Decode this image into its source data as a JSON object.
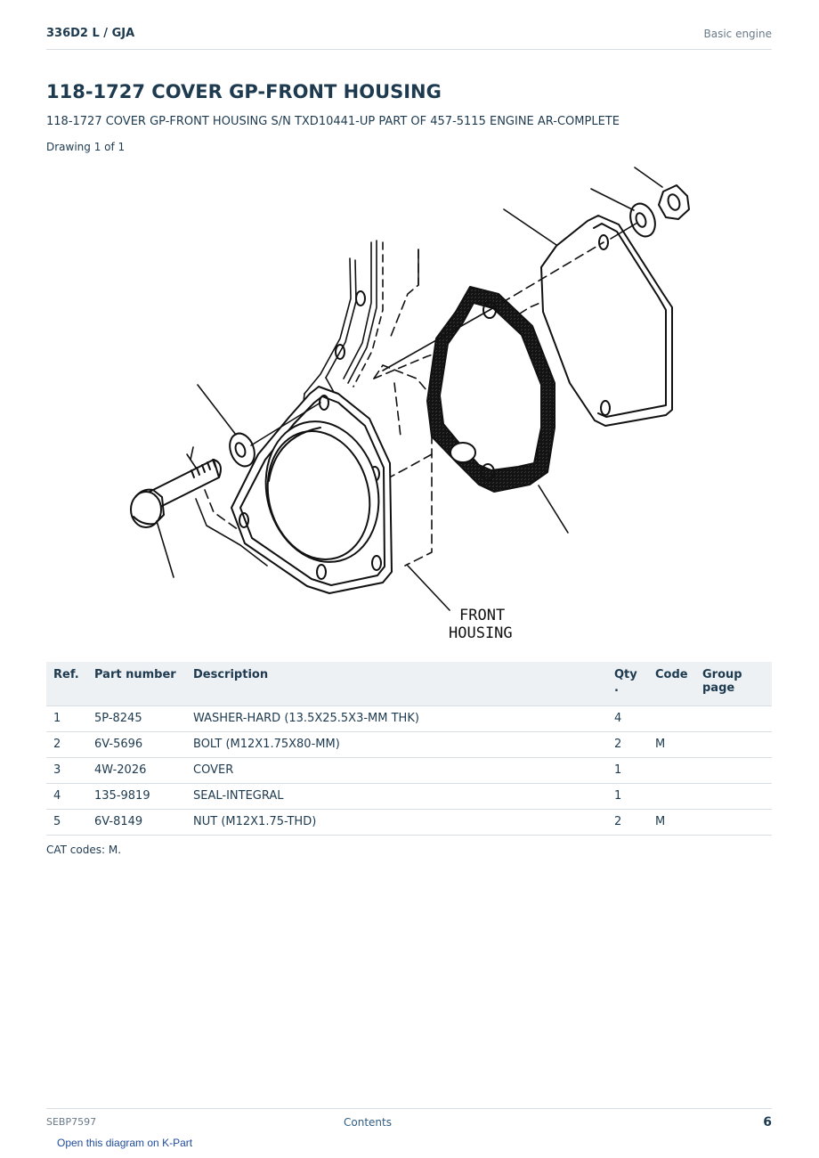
{
  "header": {
    "model": "336D2 L  /  GJA",
    "section": "Basic engine"
  },
  "title": "118-1727 COVER GP-FRONT HOUSING",
  "subtitle": "118-1727 COVER GP-FRONT HOUSING S/N TXD10441-UP PART OF 457-5115 ENGINE AR-COMPLETE",
  "drawing_count": "Drawing 1 of 1",
  "diagram": {
    "label_line1": "FRONT",
    "label_line2": "HOUSING"
  },
  "table": {
    "headers": {
      "ref": "Ref.",
      "part_number": "Part number",
      "description": "Description",
      "qty": "Qty\n.",
      "code": "Code",
      "group_page": "Group page"
    },
    "rows": [
      {
        "ref": "1",
        "part_number": "5P-8245",
        "description": "WASHER-HARD (13.5X25.5X3-MM THK)",
        "qty": "4",
        "code": ""
      },
      {
        "ref": "2",
        "part_number": "6V-5696",
        "description": "BOLT (M12X1.75X80-MM)",
        "qty": "2",
        "code": "M"
      },
      {
        "ref": "3",
        "part_number": "4W-2026",
        "description": "COVER",
        "qty": "1",
        "code": ""
      },
      {
        "ref": "4",
        "part_number": "135-9819",
        "description": "SEAL-INTEGRAL",
        "qty": "1",
        "code": ""
      },
      {
        "ref": "5",
        "part_number": "6V-8149",
        "description": "NUT (M12X1.75-THD)",
        "qty": "2",
        "code": "M"
      }
    ]
  },
  "cat_codes": "CAT codes: M.",
  "footer": {
    "doc_number": "SEBP7597",
    "contents_link": "Contents",
    "page_number": "6",
    "kpart_link": "Open this diagram on K-Part"
  }
}
